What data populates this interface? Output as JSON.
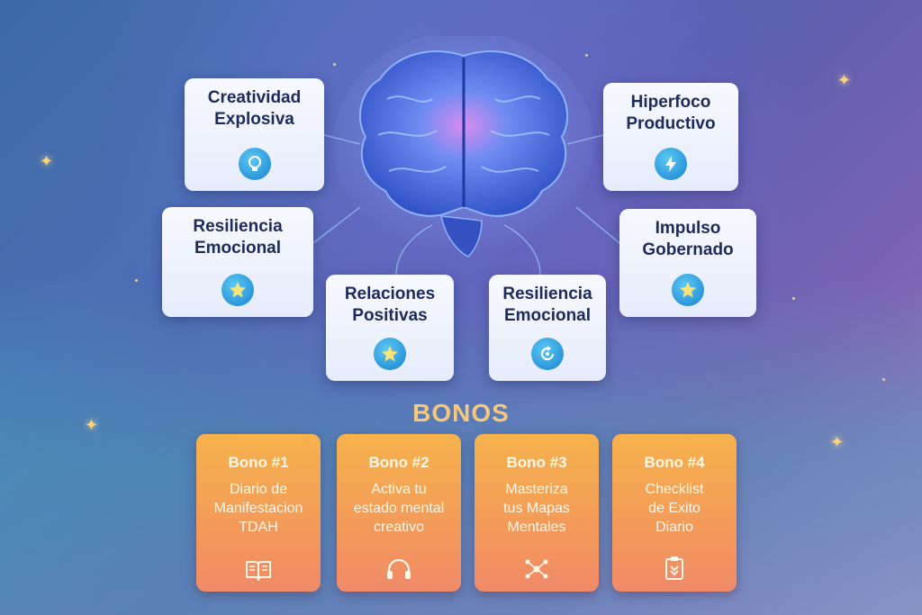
{
  "cards": [
    {
      "label": "Creatividad\nExplosiva",
      "icon": "lightbulb-icon"
    },
    {
      "label": "Hiperfoco\nProductivo",
      "icon": "lightning-icon"
    },
    {
      "label": "Resiliencia\nEmocional",
      "icon": "star-icon"
    },
    {
      "label": "Impulso\nGobernado",
      "icon": "star-icon"
    },
    {
      "label": "Relaciones\nPositivas",
      "icon": "star-icon"
    },
    {
      "label": "Resiliencia\nEmocional",
      "icon": "cycle-icon"
    }
  ],
  "bonos": {
    "title": "BONOS",
    "items": [
      {
        "title": "Bono #1",
        "desc": "Diario de\nManifestacion\nTDAH",
        "icon": "book-icon"
      },
      {
        "title": "Bono #2",
        "desc": "Activa tu\nestado mental\ncreativo",
        "icon": "headphones-icon"
      },
      {
        "title": "Bono #3",
        "desc": "Masteriza\ntus Mapas\nMentales",
        "icon": "mind-map-icon"
      },
      {
        "title": "Bono #4",
        "desc": "Checklist\nde Exito\nDiario",
        "icon": "clipboard-icon"
      }
    ]
  },
  "colors": {
    "card_text": "#1e2a5a",
    "icon_blue": "#2590d8",
    "bono_orange": "#f6b24c",
    "bonos_title": "#f5c979"
  }
}
